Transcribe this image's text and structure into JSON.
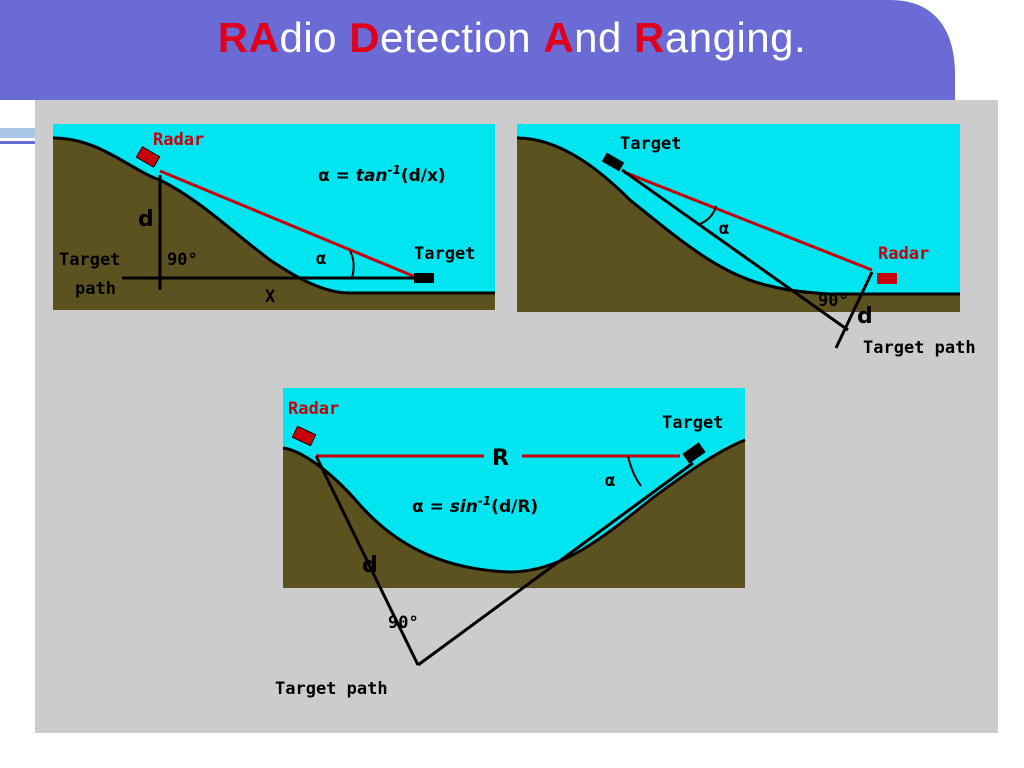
{
  "title": {
    "parts": [
      {
        "text": "RA",
        "accent": true
      },
      {
        "text": "dio ",
        "accent": false
      },
      {
        "text": "D",
        "accent": true
      },
      {
        "text": "etection ",
        "accent": false
      },
      {
        "text": "A",
        "accent": true
      },
      {
        "text": "nd ",
        "accent": false
      },
      {
        "text": "R",
        "accent": true
      },
      {
        "text": "anging.",
        "accent": false
      }
    ]
  },
  "colors": {
    "header_band": "#6a6bd4",
    "panel_bg": "#cccccc",
    "sky": "#00e5ef",
    "ground": "#5c5220",
    "red_line": "#c8000a",
    "title_accent": "#e0001b"
  },
  "diagram1": {
    "radar_label": "Radar",
    "target_label": "Target",
    "formula_prefix": "α = ",
    "formula_fn": "tan",
    "formula_exp": "-1",
    "formula_arg": "(d/x)",
    "d_label": "d",
    "angle_90": "90°",
    "alpha": "α",
    "x_label": "X",
    "target_path_1": "Target",
    "target_path_2": "path"
  },
  "diagram2": {
    "target_label": "Target",
    "radar_label": "Radar",
    "alpha": "α",
    "angle_90": "90°",
    "d_label": "d",
    "target_path": "Target path"
  },
  "diagram3": {
    "radar_label": "Radar",
    "target_label": "Target",
    "r_label": "R",
    "alpha": "α",
    "formula_prefix": "α = ",
    "formula_fn": "sin",
    "formula_exp": "-1",
    "formula_arg": "(d/R)",
    "d_label": "d",
    "angle_90": "90°",
    "target_path": "Target path"
  }
}
